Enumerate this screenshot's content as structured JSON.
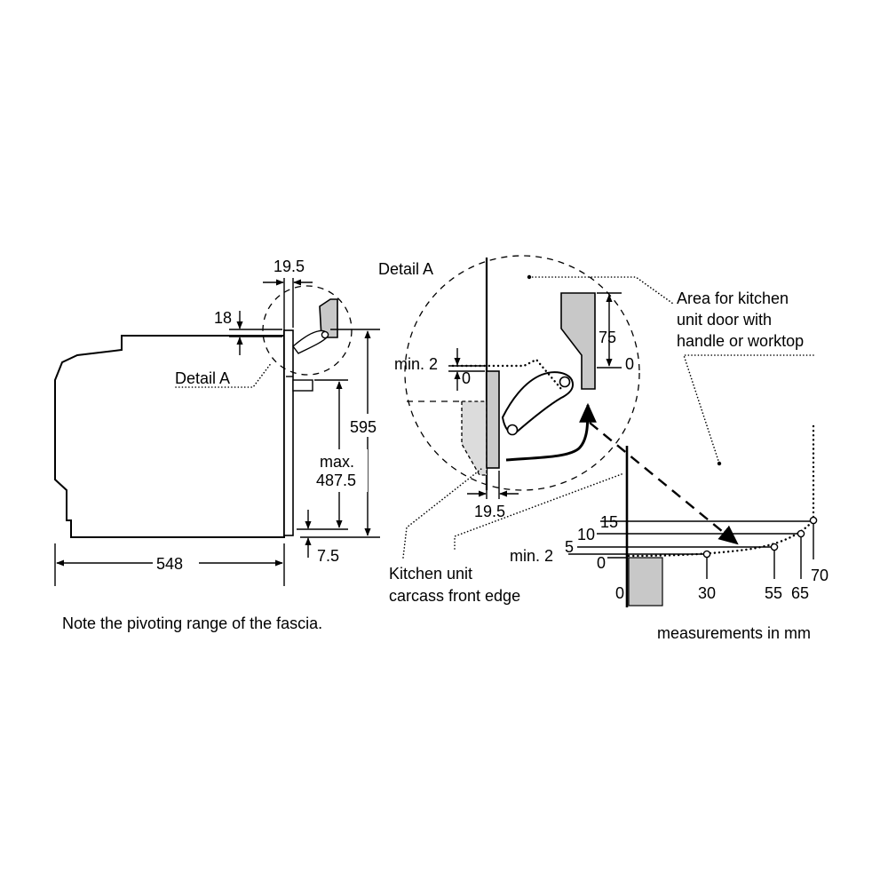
{
  "side_view": {
    "dim_top_offset": "19.5",
    "dim_fascia_gap": "18",
    "detail_label": "Detail A",
    "dim_height": "595",
    "dim_max_label": "max.",
    "dim_max_value": "487.5",
    "dim_bottom_offset": "7.5",
    "dim_depth": "548"
  },
  "detail_a": {
    "title": "Detail A",
    "dim_min_label": "min. 2",
    "dim_zero_left": "0",
    "dim_fascia_height": "75",
    "dim_zero_right": "0",
    "dim_front_offset": "19.5",
    "area_note_line1": "Area for kitchen",
    "area_note_line2": "unit door with",
    "area_note_line3": "handle or worktop",
    "carcass_line1": "Kitchen unit",
    "carcass_line2": "carcass front edge"
  },
  "pivot_graph": {
    "y_labels": [
      "15",
      "10",
      "5",
      "min. 2",
      "0"
    ],
    "x_labels": [
      "0",
      "30",
      "55",
      "65",
      "70"
    ]
  },
  "notes": {
    "pivot_note": "Note the pivoting range of the fascia.",
    "units_note": "measurements in mm"
  }
}
